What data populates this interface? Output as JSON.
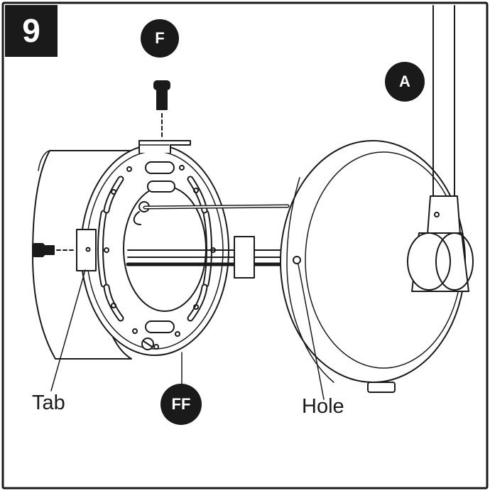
{
  "step_number": "9",
  "parts": {
    "screw_label": "F",
    "canopy_label": "A",
    "bracket_label": "FF"
  },
  "callouts": {
    "tab": "Tab",
    "hole": "Hole"
  },
  "colors": {
    "ink": "#1a1a1a",
    "paper": "#ffffff"
  }
}
